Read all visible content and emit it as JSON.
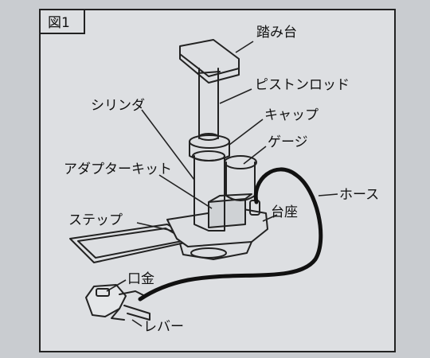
{
  "figure": {
    "label": "図1"
  },
  "labels": {
    "footplate": "踏み台",
    "piston_rod": "ピストンロッド",
    "cylinder": "シリンダ",
    "cap": "キャップ",
    "gauge": "ゲージ",
    "adapter_kit": "アダプターキット",
    "hose": "ホース",
    "step": "ステップ",
    "base": "台座",
    "valve_head": "口金",
    "lever": "レバー"
  },
  "colors": {
    "page_background": "#c9ccd0",
    "panel_fill": "#dddfe2",
    "line": "#222222",
    "hose": "#111111"
  }
}
